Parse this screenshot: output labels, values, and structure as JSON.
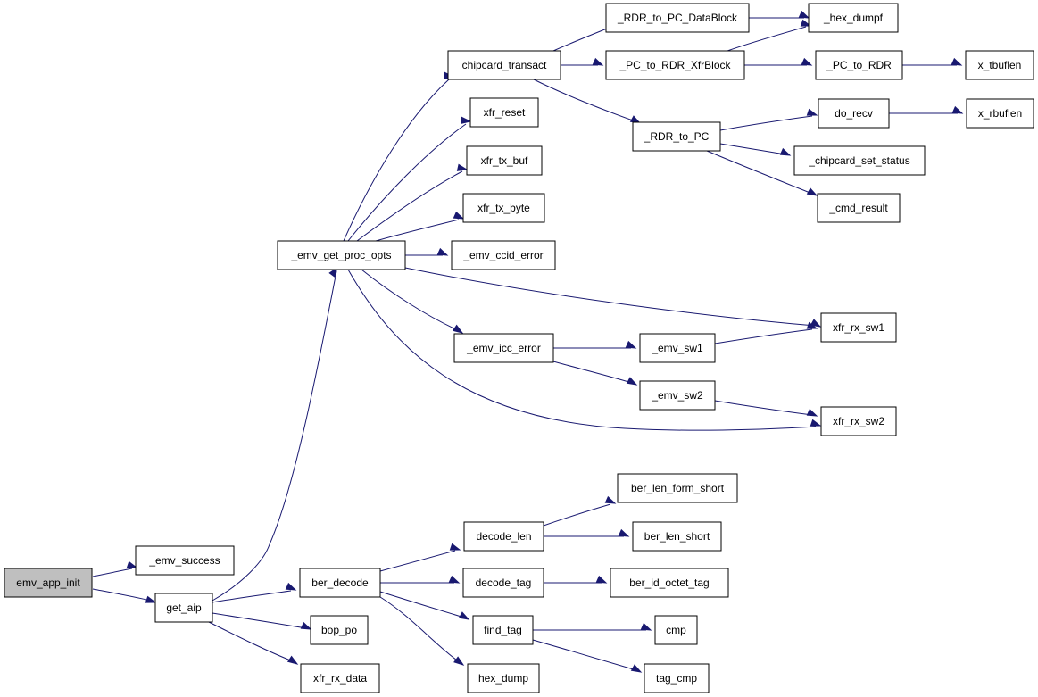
{
  "colors": {
    "edge": "#191970",
    "node_fill": "#ffffff",
    "root_fill": "#bfbfbf",
    "node_border": "#000000"
  },
  "nodes": {
    "emv_app_init": "emv_app_init",
    "emv_success": "_emv_success",
    "get_aip": "get_aip",
    "emv_get_proc_opts": "_emv_get_proc_opts",
    "ber_decode": "ber_decode",
    "bop_po": "bop_po",
    "xfr_rx_data": "xfr_rx_data",
    "chipcard_transact": "chipcard_transact",
    "xfr_reset": "xfr_reset",
    "xfr_tx_buf": "xfr_tx_buf",
    "xfr_tx_byte": "xfr_tx_byte",
    "emv_ccid_error": "_emv_ccid_error",
    "emv_icc_error": "_emv_icc_error",
    "xfr_rx_sw1": "xfr_rx_sw1",
    "xfr_rx_sw2": "xfr_rx_sw2",
    "rdr_to_pc_datablock": "_RDR_to_PC_DataBlock",
    "pc_to_rdr_xfrblock": "_PC_to_RDR_XfrBlock",
    "rdr_to_pc": "_RDR_to_PC",
    "hex_dumpf": "_hex_dumpf",
    "pc_to_rdr": "_PC_to_RDR",
    "x_tbuflen": "x_tbuflen",
    "do_recv": "do_recv",
    "x_rbuflen": "x_rbuflen",
    "chipcard_set_status": "_chipcard_set_status",
    "cmd_result": "_cmd_result",
    "emv_sw1": "_emv_sw1",
    "emv_sw2": "_emv_sw2",
    "decode_len": "decode_len",
    "decode_tag": "decode_tag",
    "find_tag": "find_tag",
    "hex_dump": "hex_dump",
    "ber_len_form_short": "ber_len_form_short",
    "ber_len_short": "ber_len_short",
    "ber_id_octet_tag": "ber_id_octet_tag",
    "cmp": "cmp",
    "tag_cmp": "tag_cmp"
  }
}
